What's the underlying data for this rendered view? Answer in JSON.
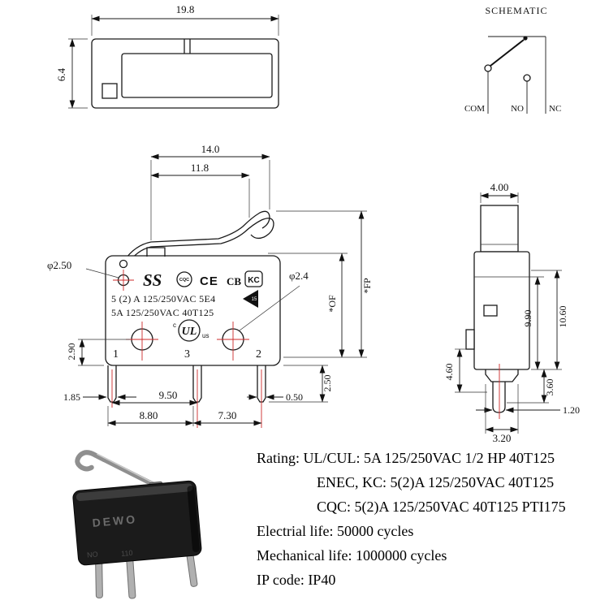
{
  "schematic": {
    "title": "SCHEMATIC",
    "com": "COM",
    "no": "NO",
    "nc": "NC"
  },
  "top_view": {
    "length": "19.8",
    "height": "6.4"
  },
  "front_view": {
    "dim_14": "14.0",
    "dim_11_8": "11.8",
    "hole_left": "φ2.50",
    "hole_right": "φ2.4",
    "fp": "*FP",
    "of": "*OF",
    "dim_2_90": "2.90",
    "dim_1_85": "1.85",
    "dim_9_50": "9.50",
    "dim_8_80": "8.80",
    "dim_7_30": "7.30",
    "dim_0_50": "0.50",
    "dim_2_50": "2.50",
    "logo": "SS",
    "cqc": "CQC",
    "ce": "CE",
    "cb": "CB",
    "kc": "KC",
    "mold": "15",
    "rating1": "5 (2) A  125/250VAC  5E4",
    "rating2": "5A  125/250VAC  40T125",
    "ul": "UL",
    "ul_c": "c",
    "ul_us": "us",
    "t1": "1",
    "t3": "3",
    "t2": "2"
  },
  "side_view": {
    "dim_4_00": "4.00",
    "dim_9_90": "9.90",
    "dim_10_60": "10.60",
    "dim_4_60": "4.60",
    "dim_3_60": "3.60",
    "dim_1_20": "1.20",
    "dim_3_20": "3.20"
  },
  "photo": {
    "brand": "DEWO",
    "mark_left": "NO",
    "mark_right": "110"
  },
  "specs": {
    "rating": "Rating: UL/CUL: 5A 125/250VAC 1/2 HP 40T125",
    "enec": "ENEC, KC: 5(2)A 125/250VAC 40T125",
    "cqc": "CQC: 5(2)A 125/250VAC 40T125 PTI175",
    "electrical": "Electrial life: 50000 cycles",
    "mechanical": "Mechanical life: 1000000 cycles",
    "ip": "IP code: IP40"
  }
}
